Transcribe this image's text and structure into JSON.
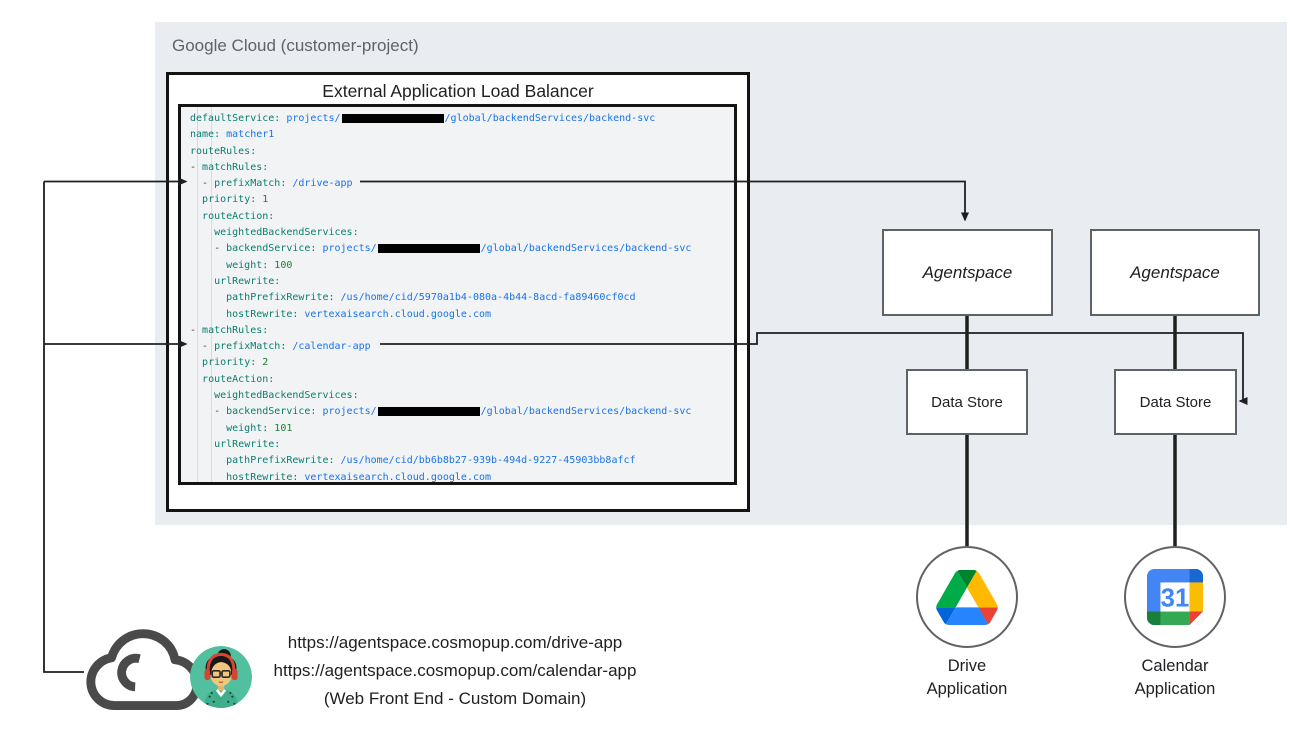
{
  "gcp_panel": {
    "label": "Google Cloud (customer-project)"
  },
  "load_balancer": {
    "title": "External Application Load Balancer"
  },
  "url_map": {
    "lines": [
      [
        {
          "c": "key",
          "t": "defaultService:"
        },
        {
          "c": "plain",
          "t": " "
        },
        {
          "c": "val",
          "t": "projects/"
        },
        {
          "c": "redact",
          "t": ""
        },
        {
          "c": "val",
          "t": "/global/backendServices/backend-svc"
        }
      ],
      [
        {
          "c": "key",
          "t": "name:"
        },
        {
          "c": "val",
          "t": " matcher1"
        }
      ],
      [
        {
          "c": "key",
          "t": "routeRules:"
        }
      ],
      [
        {
          "c": "plain",
          "t": "- "
        },
        {
          "c": "key",
          "t": "matchRules:"
        }
      ],
      [
        {
          "c": "plain",
          "t": "  - "
        },
        {
          "c": "key",
          "t": "prefixMatch:"
        },
        {
          "c": "val",
          "t": " /drive-app"
        }
      ],
      [
        {
          "c": "plain",
          "t": "  "
        },
        {
          "c": "key",
          "t": "priority:"
        },
        {
          "c": "num",
          "t": " 1"
        }
      ],
      [
        {
          "c": "plain",
          "t": "  "
        },
        {
          "c": "key",
          "t": "routeAction:"
        }
      ],
      [
        {
          "c": "plain",
          "t": "    "
        },
        {
          "c": "key",
          "t": "weightedBackendServices:"
        }
      ],
      [
        {
          "c": "plain",
          "t": "    - "
        },
        {
          "c": "key",
          "t": "backendService:"
        },
        {
          "c": "plain",
          "t": " "
        },
        {
          "c": "val",
          "t": "projects/"
        },
        {
          "c": "redact",
          "t": ""
        },
        {
          "c": "val",
          "t": "/global/backendServices/backend-svc"
        }
      ],
      [
        {
          "c": "plain",
          "t": "      "
        },
        {
          "c": "key",
          "t": "weight:"
        },
        {
          "c": "num",
          "t": " 100"
        }
      ],
      [
        {
          "c": "plain",
          "t": "    "
        },
        {
          "c": "key",
          "t": "urlRewrite:"
        }
      ],
      [
        {
          "c": "plain",
          "t": "      "
        },
        {
          "c": "key",
          "t": "pathPrefixRewrite:"
        },
        {
          "c": "val",
          "t": " /us/home/cid/5970a1b4-080a-4b44-8acd-fa89460cf0cd"
        }
      ],
      [
        {
          "c": "plain",
          "t": "      "
        },
        {
          "c": "key",
          "t": "hostRewrite:"
        },
        {
          "c": "val",
          "t": " vertexaisearch.cloud.google.com"
        }
      ],
      [
        {
          "c": "plain",
          "t": "- "
        },
        {
          "c": "key",
          "t": "matchRules:"
        }
      ],
      [
        {
          "c": "plain",
          "t": "  - "
        },
        {
          "c": "key",
          "t": "prefixMatch:"
        },
        {
          "c": "val",
          "t": " /calendar-app"
        }
      ],
      [
        {
          "c": "plain",
          "t": "  "
        },
        {
          "c": "key",
          "t": "priority:"
        },
        {
          "c": "num",
          "t": " 2"
        }
      ],
      [
        {
          "c": "plain",
          "t": "  "
        },
        {
          "c": "key",
          "t": "routeAction:"
        }
      ],
      [
        {
          "c": "plain",
          "t": "    "
        },
        {
          "c": "key",
          "t": "weightedBackendServices:"
        }
      ],
      [
        {
          "c": "plain",
          "t": "    - "
        },
        {
          "c": "key",
          "t": "backendService:"
        },
        {
          "c": "plain",
          "t": " "
        },
        {
          "c": "val",
          "t": "projects/"
        },
        {
          "c": "redact",
          "t": ""
        },
        {
          "c": "val",
          "t": "/global/backendServices/backend-svc"
        }
      ],
      [
        {
          "c": "plain",
          "t": "      "
        },
        {
          "c": "key",
          "t": "weight:"
        },
        {
          "c": "num",
          "t": " 101"
        }
      ],
      [
        {
          "c": "plain",
          "t": "    "
        },
        {
          "c": "key",
          "t": "urlRewrite:"
        }
      ],
      [
        {
          "c": "plain",
          "t": "      "
        },
        {
          "c": "key",
          "t": "pathPrefixRewrite:"
        },
        {
          "c": "val",
          "t": " /us/home/cid/bb6b8b27-939b-494d-9227-45903bb8afcf"
        }
      ],
      [
        {
          "c": "plain",
          "t": "      "
        },
        {
          "c": "key",
          "t": "hostRewrite:"
        },
        {
          "c": "val",
          "t": " vertexaisearch.cloud.google.com"
        }
      ]
    ]
  },
  "agentspace": {
    "box1_label": "Agentspace",
    "box2_label": "Agentspace"
  },
  "datastore": {
    "box1_label": "Data Store",
    "box2_label": "Data Store"
  },
  "apps": {
    "drive_label": "Drive Application",
    "calendar_label": "Calendar Application"
  },
  "frontend": {
    "urls": [
      "https://agentspace.cosmopup.com/drive-app",
      "https://agentspace.cosmopup.com/calendar-app"
    ],
    "caption": "(Web Front End - Custom Domain)"
  },
  "colors": {
    "panel_bg": "#e9edf1",
    "code_bg": "#f1f3f4",
    "code_key": "#0b7d72",
    "code_value": "#1a73e8",
    "code_number": "#188038",
    "drive_green": "#00ac47",
    "drive_yellow": "#ffba00",
    "drive_blue": "#2684fc",
    "calendar_blue": "#4285f4"
  }
}
